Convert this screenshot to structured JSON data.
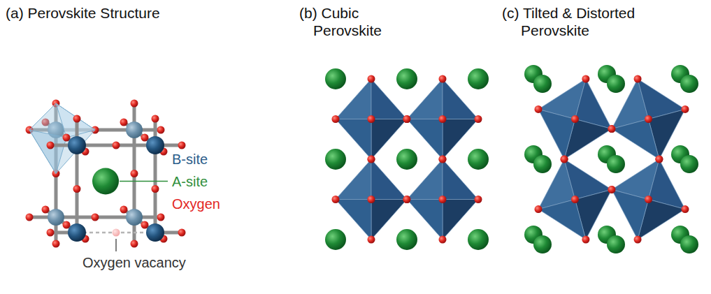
{
  "diagram": {
    "labels": [
      "(a) Perovskite Structure",
      "(b) Cubic Perovskite",
      "(c) Tilted & Distorted Perovskite",
      "B-site",
      "A-site",
      "Oxygen",
      "Oxygen vacancy"
    ]
  }
}
